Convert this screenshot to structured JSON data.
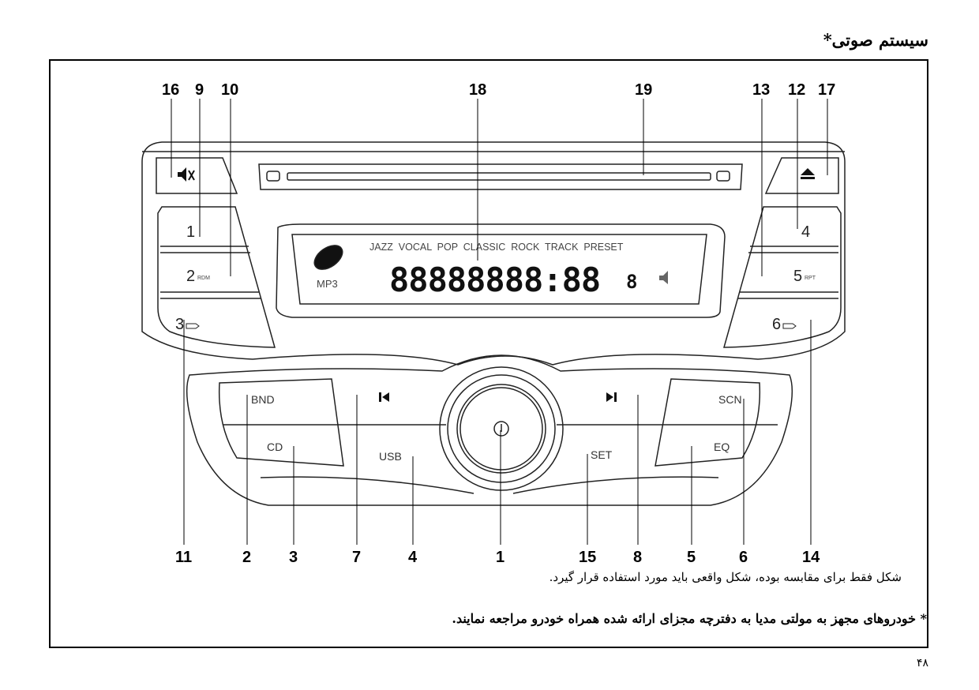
{
  "page": {
    "title": "سیستم صوتی*",
    "caption": "شکل فقط برای مقابسه بوده، شکل واقعی باید مورد استفاده قرار گیرد.",
    "note": "* خودروهای مجهز به مولتی مدیا به دفترچه مجزای ارائه شده همراه خودرو مراجعه نمایند.",
    "page_number": "۴۸"
  },
  "callouts": {
    "top": [
      "16",
      "9",
      "10",
      "18",
      "19",
      "13",
      "12",
      "17"
    ],
    "bottom": [
      "11",
      "2",
      "3",
      "7",
      "4",
      "1",
      "15",
      "8",
      "5",
      "6",
      "14"
    ]
  },
  "radio": {
    "presets": {
      "p1": "1",
      "p2": "2",
      "p2_sub": "RDM",
      "p3": "3",
      "p4": "4",
      "p5": "5",
      "p5_sub": "RPT",
      "p6": "6"
    },
    "buttons": {
      "bnd": "BND",
      "cd": "CD",
      "usb": "USB",
      "set": "SET",
      "scn": "SCN",
      "eq": "EQ"
    },
    "display": {
      "modes": "JAZZ  VOCAL  POP  CLASSIC  ROCK  TRACK  PRESET",
      "mp3": "MP3",
      "segments": "88888888:88",
      "digit": "8"
    },
    "icons": [
      "mute-icon",
      "eject-icon",
      "previous-track-icon",
      "next-track-icon",
      "power-icon",
      "disc-icon"
    ]
  }
}
